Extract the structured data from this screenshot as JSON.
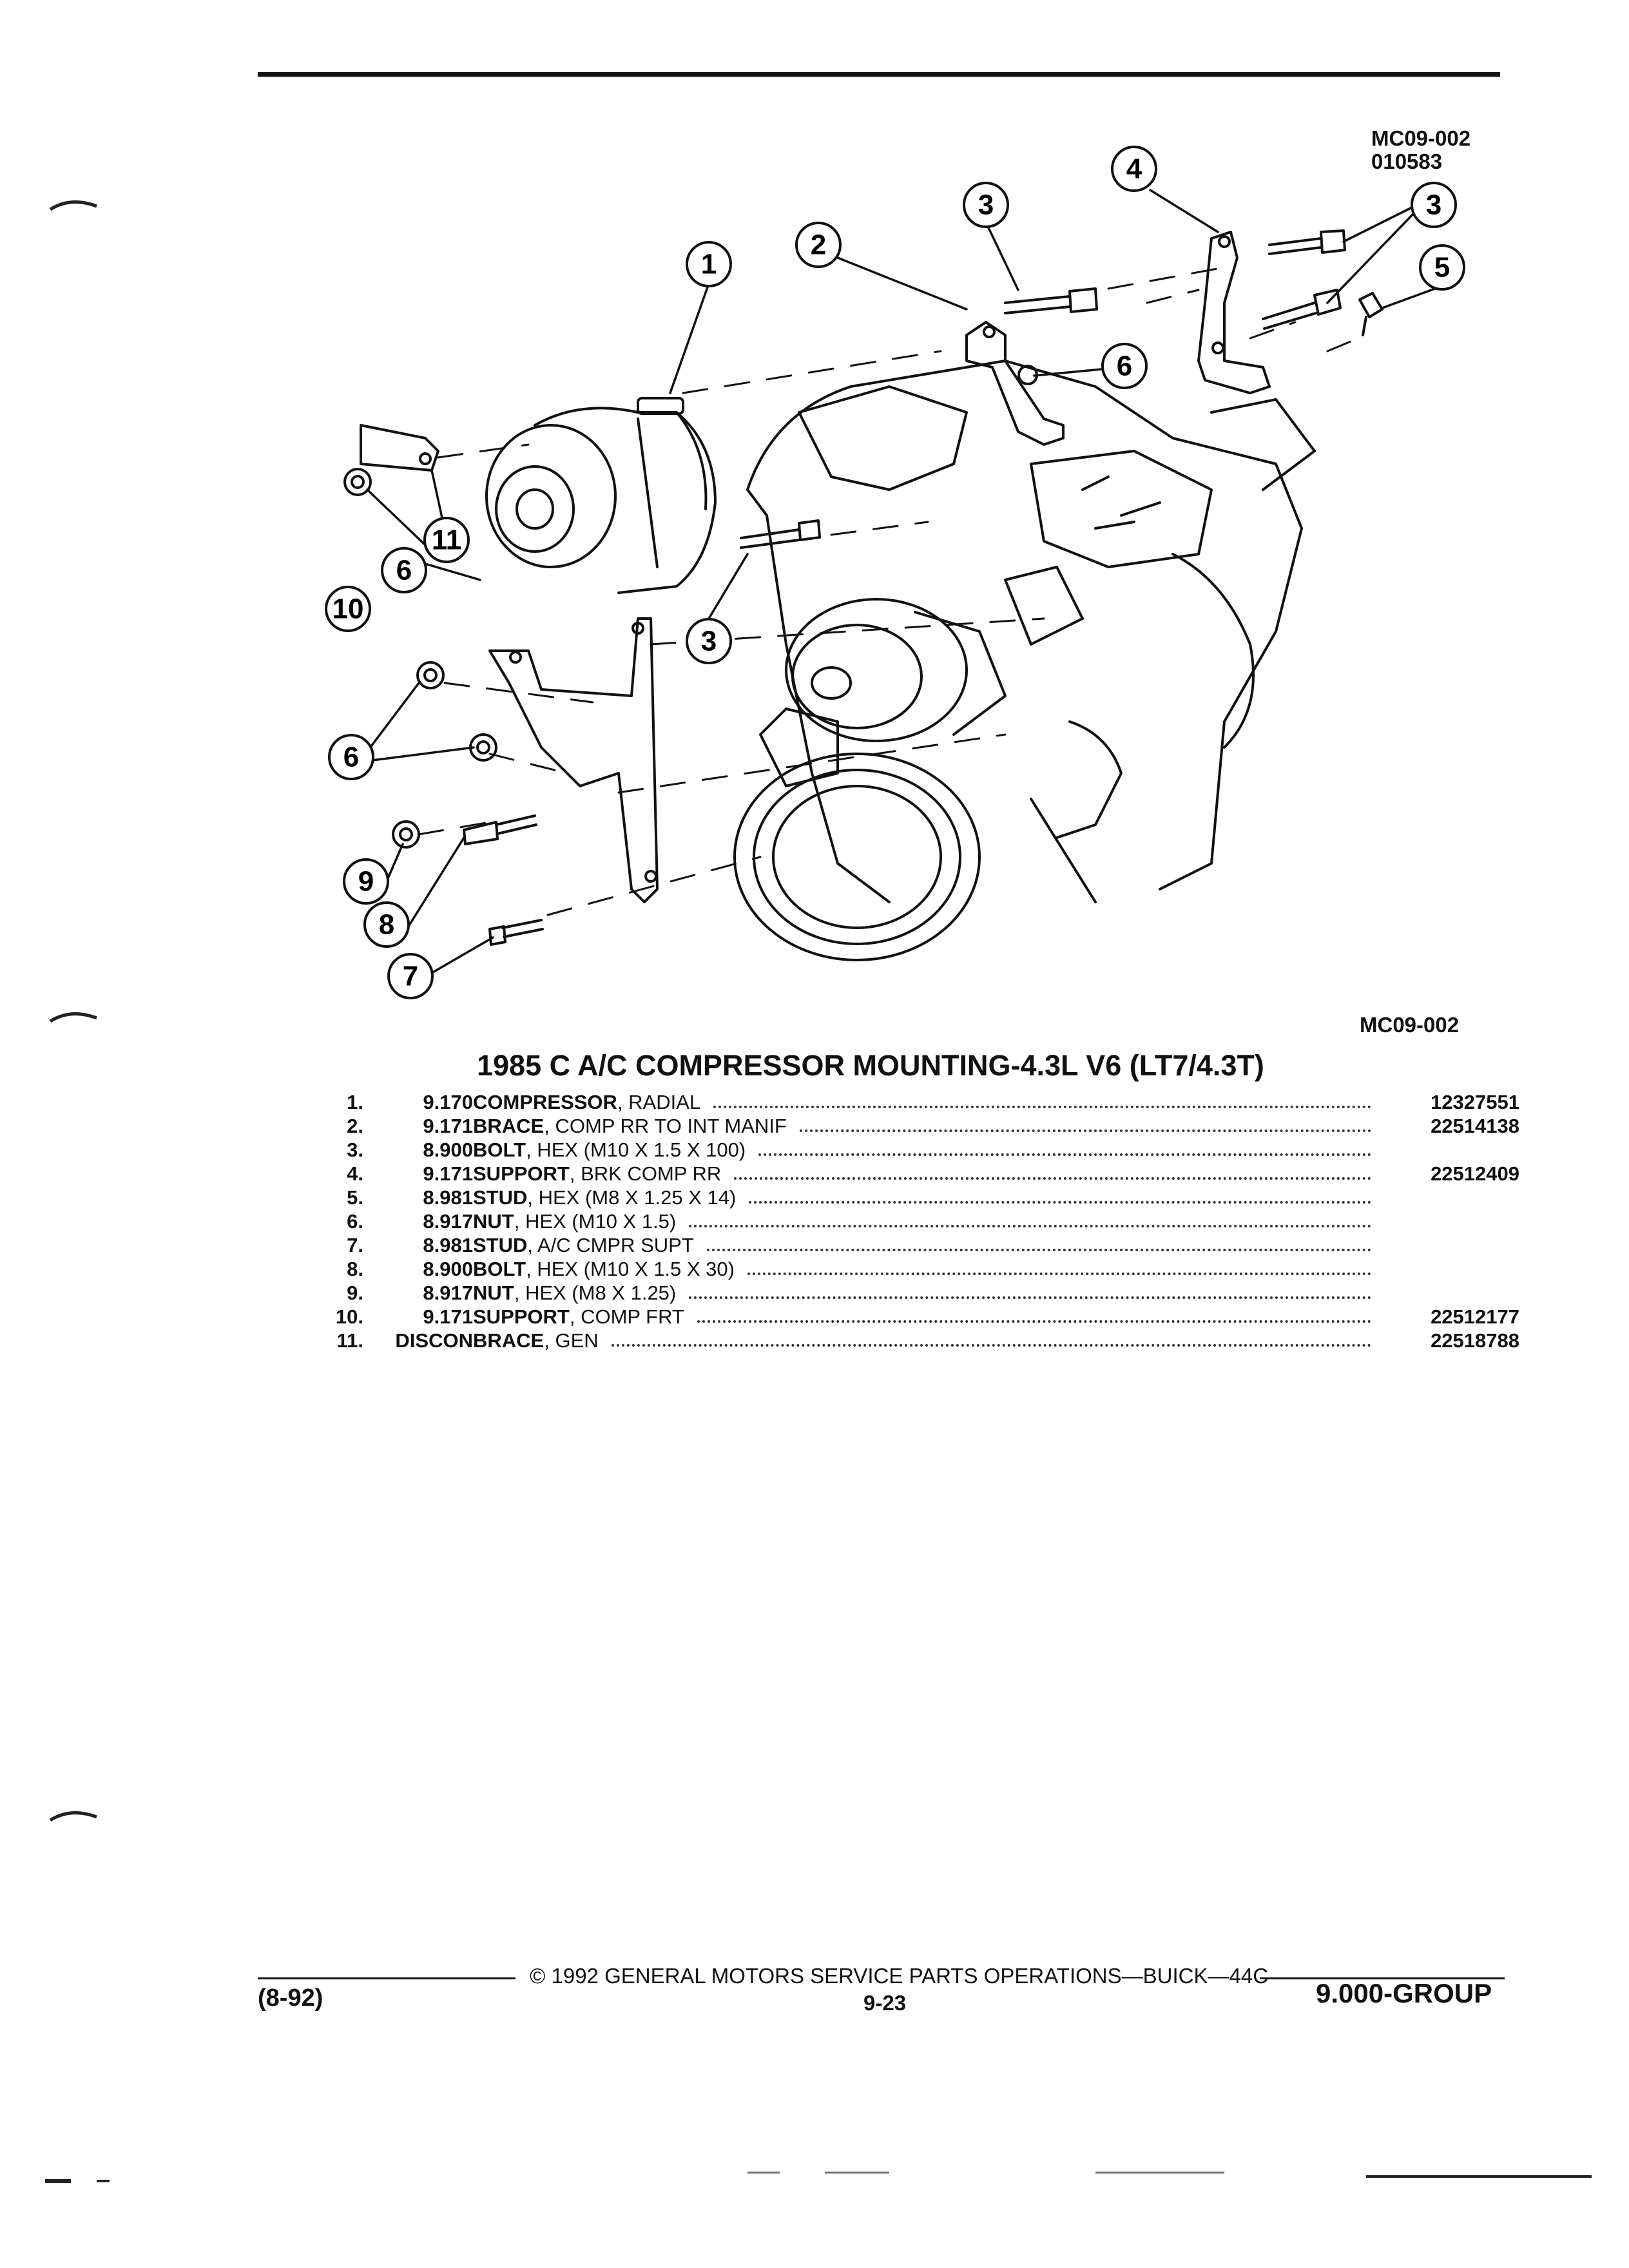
{
  "header": {
    "ref_top_line1": "MC09-002",
    "ref_top_line2": "010583",
    "ref_bottom": "MC09-002"
  },
  "diagram": {
    "callouts": [
      "1",
      "2",
      "3",
      "4",
      "5",
      "6",
      "7",
      "8",
      "9",
      "10",
      "11"
    ]
  },
  "title": "1985 C A/C COMPRESSOR MOUNTING-4.3L V6 (LT7/4.3T)",
  "parts": [
    {
      "item": "1.",
      "group": "9.170",
      "name": "COMPRESSOR",
      "spec": ", RADIAL",
      "part_no": "12327551"
    },
    {
      "item": "2.",
      "group": "9.171",
      "name": "BRACE",
      "spec": ", COMP RR TO INT MANIF",
      "part_no": "22514138"
    },
    {
      "item": "3.",
      "group": "8.900",
      "name": "BOLT",
      "spec": ", HEX (M10 X 1.5 X 100)",
      "part_no": ""
    },
    {
      "item": "4.",
      "group": "9.171",
      "name": "SUPPORT",
      "spec": ", BRK COMP RR",
      "part_no": "22512409"
    },
    {
      "item": "5.",
      "group": "8.981",
      "name": "STUD",
      "spec": ", HEX (M8 X 1.25 X 14)",
      "part_no": ""
    },
    {
      "item": "6.",
      "group": "8.917",
      "name": "NUT",
      "spec": ", HEX (M10 X 1.5)",
      "part_no": ""
    },
    {
      "item": "7.",
      "group": "8.981",
      "name": "STUD",
      "spec": ", A/C CMPR SUPT",
      "part_no": ""
    },
    {
      "item": "8.",
      "group": "8.900",
      "name": "BOLT",
      "spec": ", HEX (M10 X 1.5 X 30)",
      "part_no": ""
    },
    {
      "item": "9.",
      "group": "8.917",
      "name": "NUT",
      "spec": ", HEX (M8 X 1.25)",
      "part_no": ""
    },
    {
      "item": "10.",
      "group": "9.171",
      "name": "SUPPORT",
      "spec": ", COMP FRT",
      "part_no": "22512177"
    },
    {
      "item": "11.",
      "group": "DISCON",
      "name": "BRACE",
      "spec": ", GEN",
      "part_no": "22518788"
    }
  ],
  "footer": {
    "date": "(8-92)",
    "copyright": "© 1992 GENERAL MOTORS SERVICE PARTS OPERATIONS—BUICK—44C",
    "page": "9-23",
    "group": "9.000-GROUP"
  }
}
